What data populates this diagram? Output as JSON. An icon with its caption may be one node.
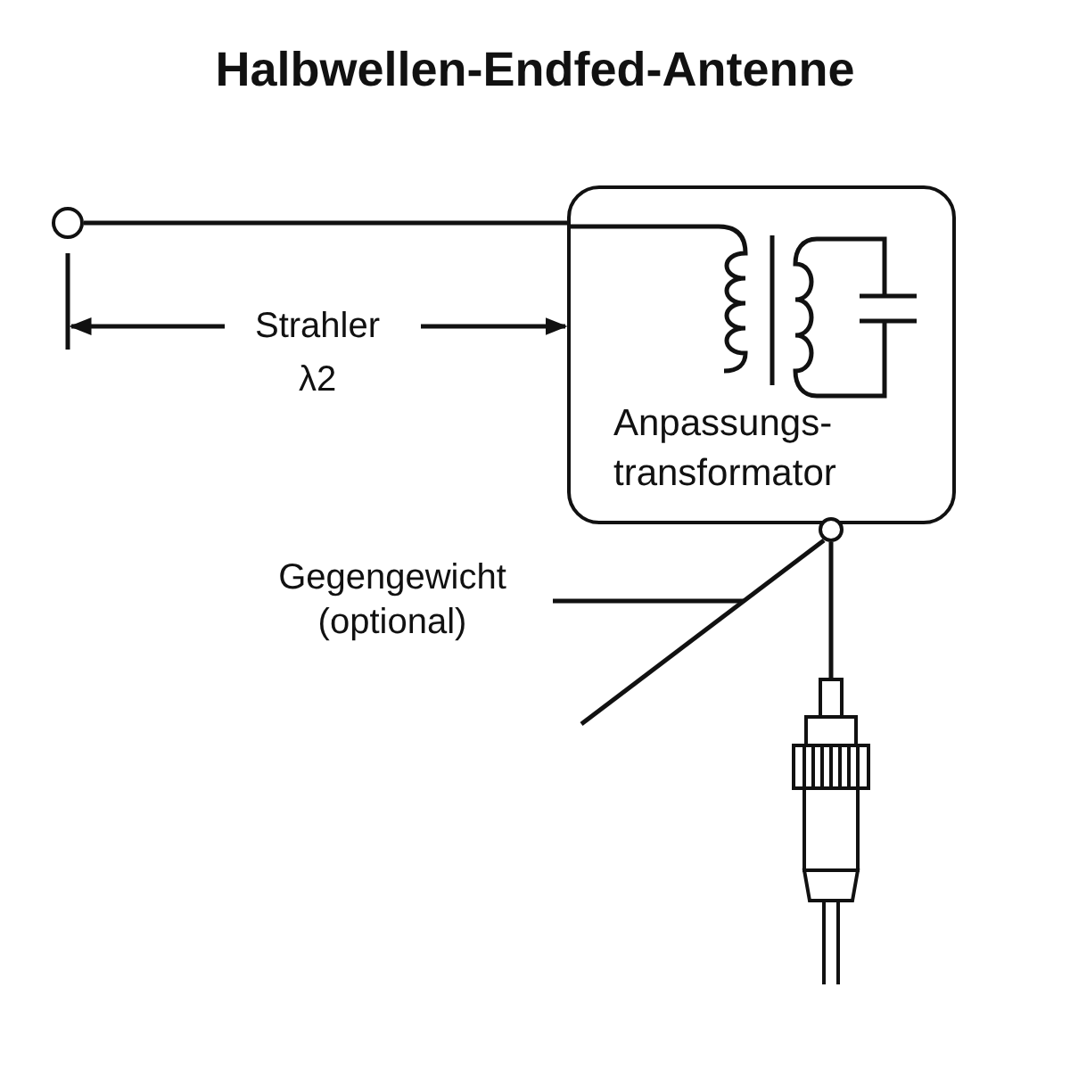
{
  "diagram": {
    "title": "Halbwellen-Endfed-Antenne",
    "nodes": [
      {
        "text": [],
        "shape": "circle"
      },
      {
        "text": [
          "Anpassungs- transformator"
        ]
      },
      {
        "text": [],
        "shape": "circle"
      },
      {
        "text": [],
        "shape": "picture"
      },
      {
        "text": [
          "Gegengewicht (optional)"
        ]
      },
      {
        "text": [],
        "shape": "line"
      }
    ],
    "edges": [
      {
        "from": 0,
        "to": 1,
        "arrow": "none"
      },
      {
        "from": 2,
        "to": 3,
        "arrow": "none"
      },
      {
        "from": 4,
        "to": 5,
        "arrow": "none"
      }
    ],
    "labels": [
      "Strahler",
      "λ2"
    ]
  }
}
